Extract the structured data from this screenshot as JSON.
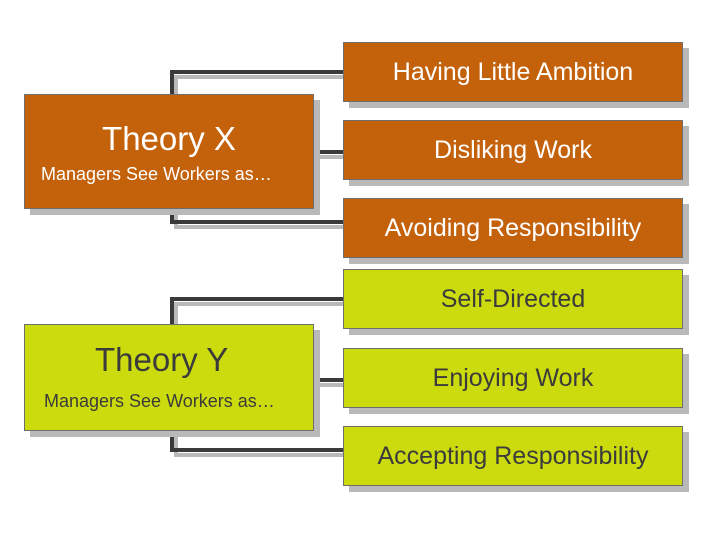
{
  "theory_x": {
    "title": "Theory X",
    "subtitle": "Managers See Workers as…",
    "traits": [
      "Having Little Ambition",
      "Disliking Work",
      "Avoiding Responsibility"
    ],
    "color": "#c4610b"
  },
  "theory_y": {
    "title": "Theory Y",
    "subtitle": "Managers  See Workers as…",
    "traits": [
      "Self-Directed",
      "Enjoying Work",
      "Accepting Responsibility"
    ],
    "color": "#ccdb0e"
  }
}
